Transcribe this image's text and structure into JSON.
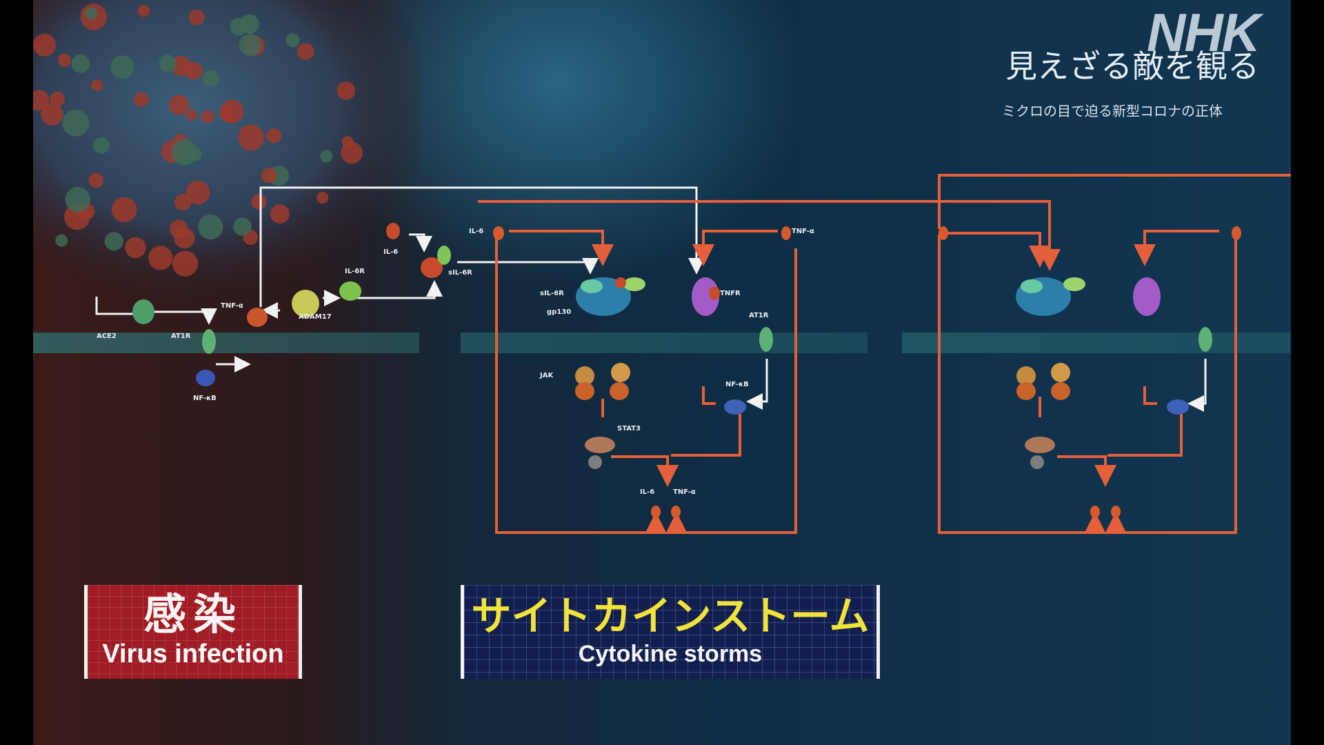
{
  "broadcaster": {
    "logo": "NHK"
  },
  "program": {
    "title": "見えざる敵を観る",
    "subtitle": "ミクロの目で迫る新型コロナの正体"
  },
  "diagram_labels": {
    "ace2": "ACE2",
    "at1r_left": "AT1R",
    "nfkb_left": "NF-κB",
    "tnfa_left": "TNF-α",
    "adam17": "ADAM17",
    "il6r": "IL-6R",
    "il6_left": "IL-6",
    "sil6r_left": "sIL-6R",
    "il6_top": "IL-6",
    "tnfa_top": "TNF-α",
    "sil6r_mid": "sIL-6R",
    "gp130": "gp130",
    "tnfr": "TNFR",
    "at1r_mid": "AT1R",
    "jak": "JAK",
    "nfkb_mid": "NF-κB",
    "stat3": "STAT3",
    "il6_bottom": "IL-6",
    "tnfa_bottom": "TNF-α"
  },
  "captions": {
    "infection_jp": "感染",
    "infection_en": "Virus infection",
    "storm_jp": "サイトカインストーム",
    "storm_en": "Cytokine storms"
  },
  "colors": {
    "feedback_arrows": "#e5603a",
    "signal_arrows": "#f2f2f2",
    "infection_panel": "#a01c24",
    "storm_panel": "#121e4e",
    "storm_text": "#f1e33a"
  }
}
